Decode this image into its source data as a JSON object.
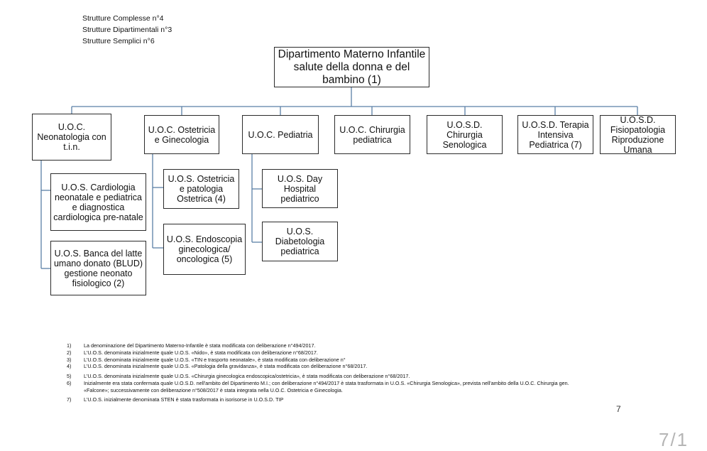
{
  "summary": [
    "Strutture Complesse n°4",
    "Strutture Dipartimentali n°3",
    "Strutture Semplici n°6"
  ],
  "department": "Dipartimento  Materno Infantile salute della donna e del bambino (1)",
  "top_units": [
    "U.O.C. Neonatologia con t.i.n.",
    "U.O.C. Ostetricia e Ginecologia",
    "U.O.C. Pediatria",
    "U.O.C. Chirurgia pediatrica",
    "U.O.S.D. Chirurgia Senologica",
    "U.O.S.D. Terapia Intensiva Pediatrica (7)",
    "U.O.S.D. Fisiopatologia Riproduzione Umana"
  ],
  "neonatologia_sub": [
    "U.O.S. Cardiologia neonatale e pediatrica e diagnostica cardiologica pre-natale",
    "U.O.S. Banca del latte umano donato (BLUD) gestione neonato fisiologico (2)"
  ],
  "ostetricia_sub": [
    "U.O.S. Ostetricia e patologia Ostetrica (4)",
    "U.O.S. Endoscopia ginecologica/ oncologica (5)"
  ],
  "pediatria_sub": [
    "U.O.S. Day Hospital pediatrico",
    "U.O.S. Diabetologia pediatrica"
  ],
  "notes": [
    {
      "num": "1)",
      "text": "La denominazione del Dipartimento  Materno-Infantile è stata modificata con deliberazione n°494/2017."
    },
    {
      "num": "2)",
      "text": "L'U.O.S. denominata inizialmente quale U.O.S. «Nido», è stata modificata con deliberazione n°68/2017."
    },
    {
      "num": "3)",
      "text": "L'U.O.S. denominata inizialmente quale U.O.S. «TIN e trasporto neonatale», è stata modificata con deliberazione n°"
    },
    {
      "num": "4)",
      "text": "L'U.O.S. denominata inizialmente quale U.O.S. «Patologia della gravidanza», è stata modificata con deliberazione n°68/2017."
    },
    {
      "num": "5)",
      "text": "L'U.O.S. denominata inizialmente quale U.O.S. «Chirurgia ginecologica endoscopica/ostetricia», è stata modificata con deliberazione n°68/2017."
    },
    {
      "num": "6)",
      "text": "Inizialmente era stata confermata quale U.O.S.D. nell'ambito del Dipartimento M.I.; con  deliberazione n°494/2017 è stata trasformata in U.O.S. «Chirurgia Senologica», prevista nell'ambito della U.O.C. Chirurgia gen. «Falcone»; successivamente con deliberazione n°508/2017 è stata integrata nella U.O.C. Ostetricia e Ginecologia."
    },
    {
      "num": "7)",
      "text": "L'U.O.S. inizialmente denominata STEN è stata trasformata in isorisorse in U.O.S.D. TIP"
    }
  ],
  "page_number": "7",
  "page_cutoff": "7/1"
}
